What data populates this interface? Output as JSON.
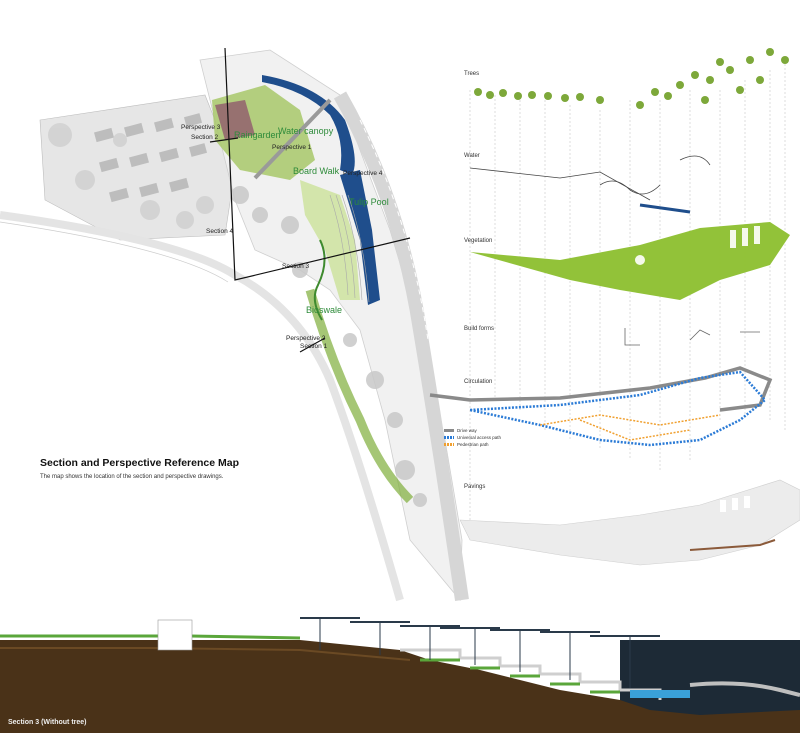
{
  "reference_map": {
    "title": "Section and Perspective Reference Map",
    "caption": "The map shows the location of the section and perspective drawings.",
    "section_labels": [
      "Section 1",
      "Section 2",
      "Section 3",
      "Section 4"
    ],
    "perspective_labels": [
      "Perspective 1",
      "Perspective 2",
      "Perspective 3",
      "Perspective 4"
    ],
    "feature_labels": [
      "Raingarden",
      "Water canopy",
      "Board Walk",
      "Tulip Pool",
      "Bioswale"
    ]
  },
  "layers": {
    "labels": [
      "Trees",
      "Water",
      "Vegetation",
      "Build forms",
      "Circulation",
      "Pavings"
    ],
    "legend": [
      "Drive way",
      "Universal access path",
      "Pedestrian path"
    ],
    "colors": {
      "vegetation": "#8cbf2e",
      "water": "#1f4e8c",
      "driveway": "#8a8a8a",
      "universal_access": "#2b7bd6",
      "pedestrian": "#f0a030"
    }
  },
  "section": {
    "title": "Section 3 (Without tree)"
  }
}
